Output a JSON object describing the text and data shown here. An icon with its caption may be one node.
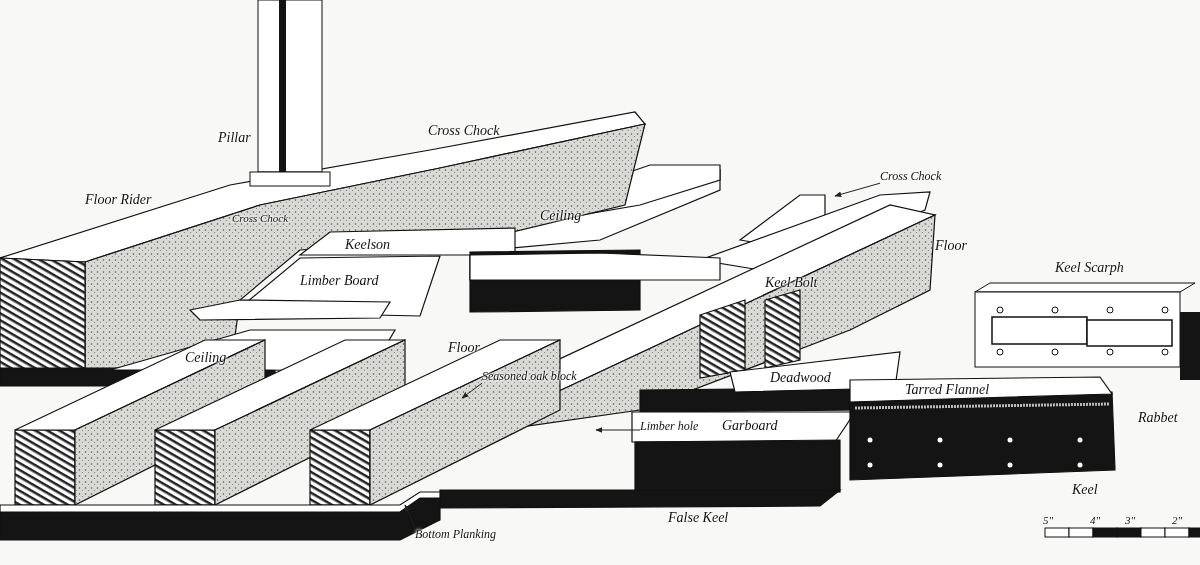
{
  "diagram": {
    "nodes": [
      {
        "text": [
          "Cross Chock"
        ]
      },
      {
        "text": [
          "Seasoned oak block"
        ]
      },
      {
        "text": [
          "Limber hole"
        ]
      },
      {
        "text": [
          "Bottom Planking"
        ]
      }
    ],
    "edges": [
      {
        "from": 0,
        "to": null,
        "arrow": "to"
      },
      {
        "from": 1,
        "to": null,
        "arrow": "to"
      },
      {
        "from": 2,
        "to": null,
        "arrow": "to"
      },
      {
        "from": 3,
        "to": null,
        "arrow": "to"
      }
    ],
    "labels": [
      "Pillar",
      "Cross Chock",
      "Floor Rider",
      "Cross Chock",
      "Ceiling",
      "Keelson",
      "Limber Board",
      "Floor",
      "Keel Scarph",
      "Keel Bolt",
      "Ceiling",
      "Floor",
      "Deadwood",
      "Tarred Flannel",
      "Rabbet",
      "Garboard",
      "Keel",
      "False Keel",
      "5\"",
      "4\"",
      "3\"",
      "2\""
    ]
  }
}
